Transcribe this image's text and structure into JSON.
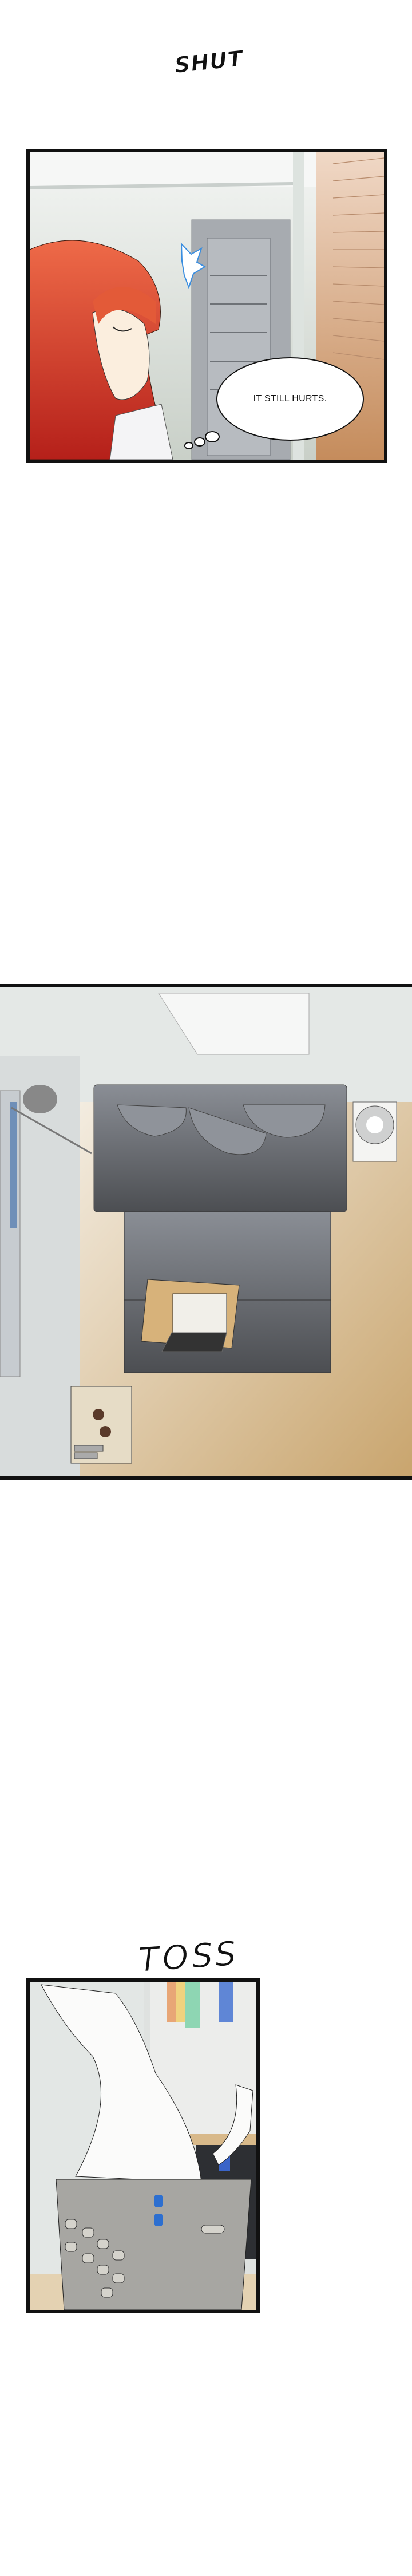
{
  "panels": [
    {
      "sfx": "SHUT",
      "thought_bubble": "IT STILL HURTS."
    },
    {},
    {
      "sfx": "TOSS"
    }
  ],
  "colors": {
    "hair": "#e0502e",
    "wall": "#dfe6e2",
    "wood": "#d9a884",
    "sofa": "#6f7379",
    "floor": "#d8c29a",
    "basket": "#a7a6a2"
  }
}
